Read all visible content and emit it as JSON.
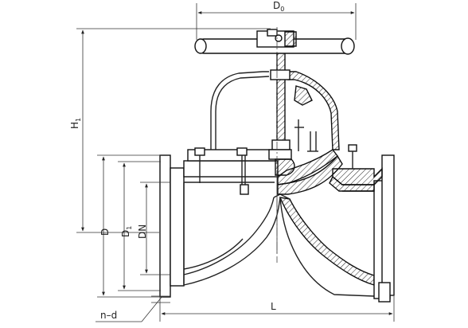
{
  "labels": {
    "d0": "D",
    "d0_sub": "0",
    "h1": "H",
    "h1_sub": "1",
    "d": "D",
    "d1": "D",
    "d1_sub": "1",
    "dn": "DN",
    "l": "L",
    "nd": "n–d"
  }
}
